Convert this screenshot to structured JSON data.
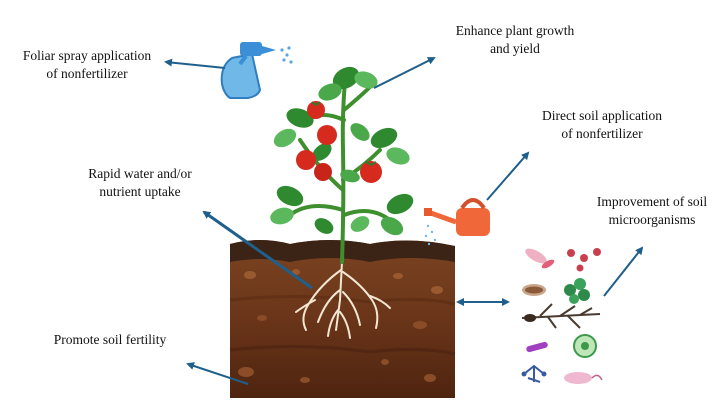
{
  "labels": {
    "foliar_line1": "Foliar spray application",
    "foliar_line2": "of nonfertilizer",
    "enhance_line1": "Enhance plant growth",
    "enhance_line2": "and yield",
    "direct_line1": "Direct soil application",
    "direct_line2": "of nonfertilizer",
    "rapid_line1": "Rapid water and/or",
    "rapid_line2": "nutrient uptake",
    "improve_line1": "Improvement of soil",
    "improve_line2": "microorganisms",
    "promote": "Promote soil fertility"
  },
  "colors": {
    "arrow": "#1f5f8b",
    "soil_dark": "#5a2d12",
    "soil_mid": "#7a3f1c",
    "soil_top": "#3b2416",
    "leaf": "#2f8a2f",
    "leaf_light": "#5cb85c",
    "tomato": "#d62a1e",
    "spray_bottle": "#6fb8e8",
    "watering_can": "#f0683a"
  },
  "icons": [
    "spray-bottle-icon",
    "watering-can-icon",
    "microorganism-icon"
  ]
}
